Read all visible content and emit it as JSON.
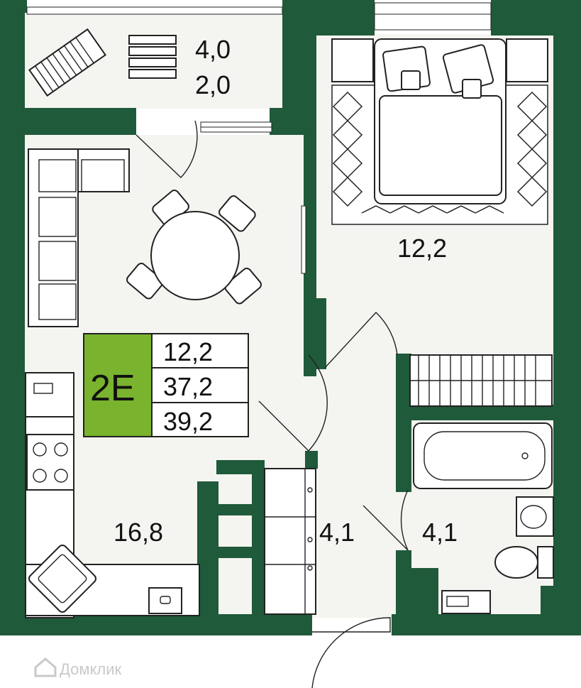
{
  "apartment": {
    "type_code": "2E",
    "areas": [
      "12,2",
      "37,2",
      "39,2"
    ]
  },
  "rooms": {
    "balcony": {
      "area_a": "4,0",
      "area_b": "2,0"
    },
    "bedroom": {
      "area": "12,2"
    },
    "kitchen_living": {
      "area": "16,8"
    },
    "hallway": {
      "area": "4,1"
    },
    "bathroom": {
      "area": "4,1"
    }
  },
  "watermark": {
    "text": "Домклик"
  },
  "colors": {
    "wall": "#1f5a3a",
    "badge": "#7ab32e",
    "floor": "#f4f4f0"
  }
}
